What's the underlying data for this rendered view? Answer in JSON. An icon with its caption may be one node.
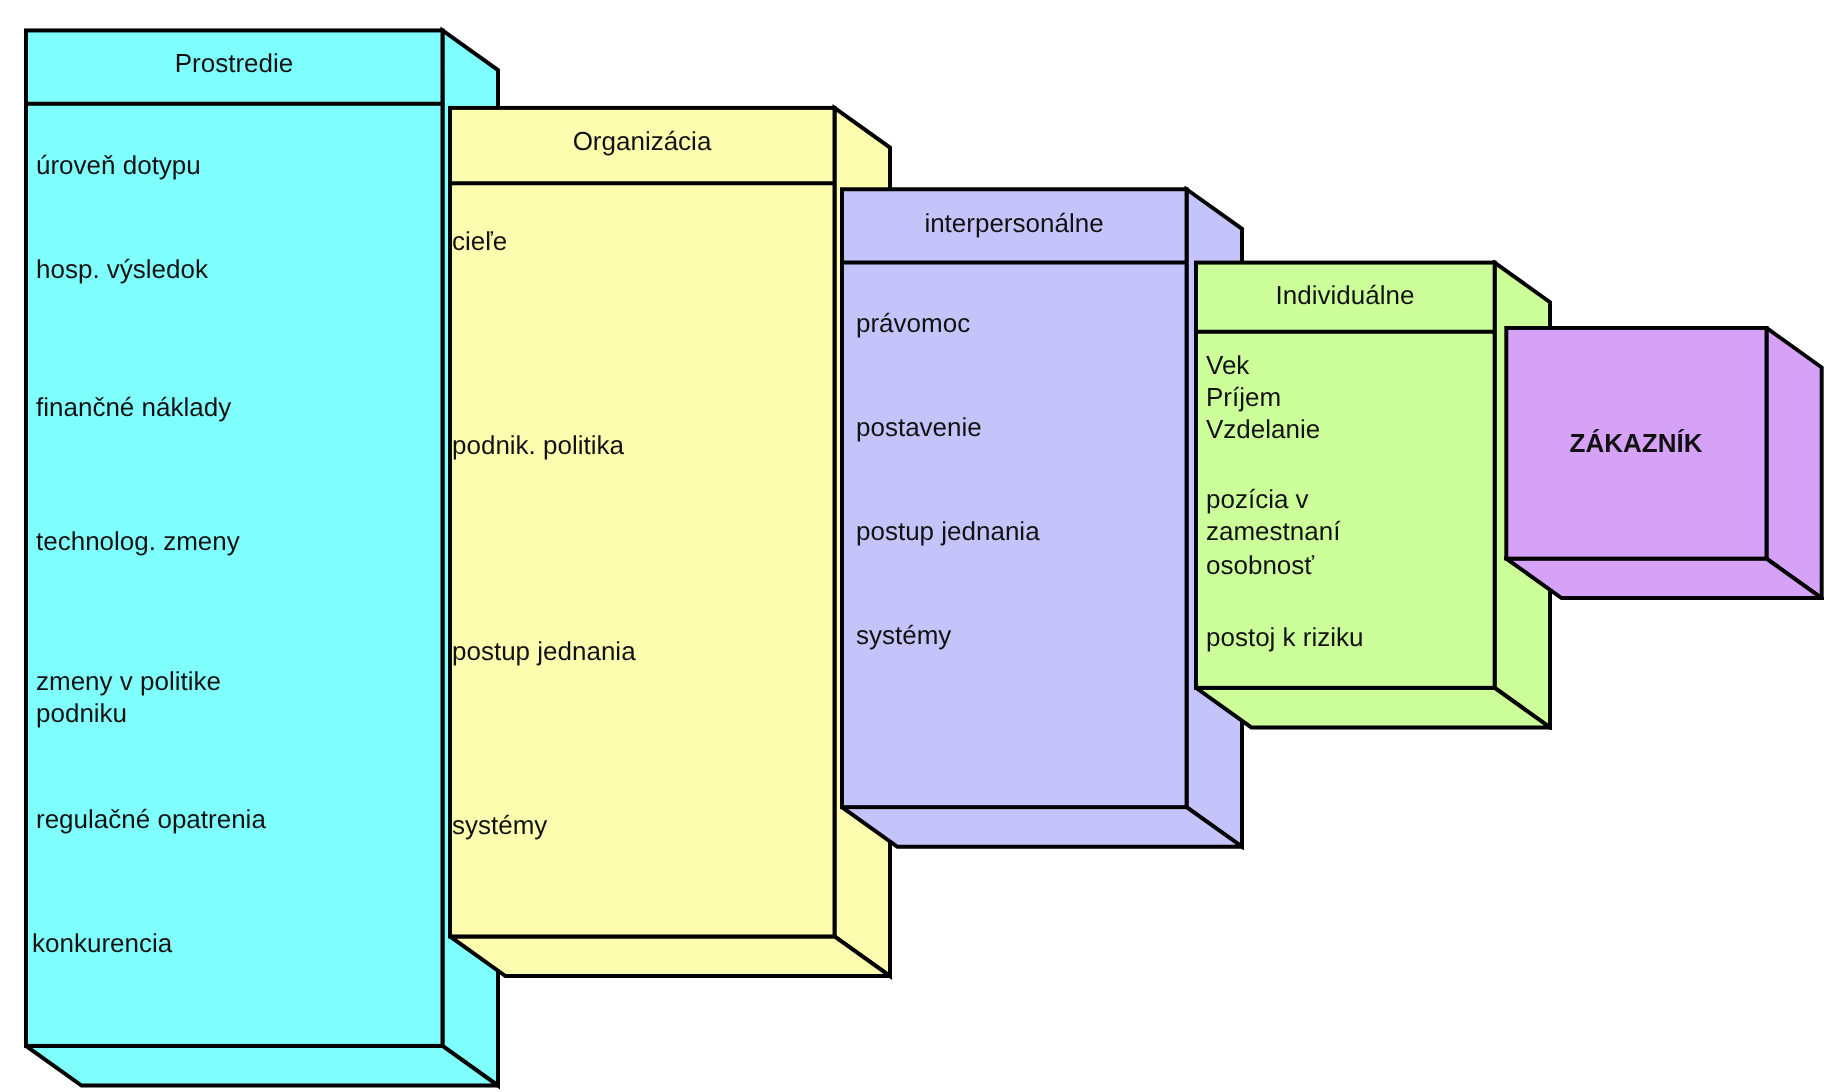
{
  "diagram": {
    "nodes": [
      {
        "text": [
          "Prostredie",
          "úroveň dotypu",
          "hosp. výsledok",
          "finančné náklady",
          "technolog. zmeny",
          "zmeny v politike podniku",
          "regulačné opatrenia",
          "konkurencia"
        ]
      },
      {
        "text": [
          "Organizácia",
          "cieľe",
          "podnik. politika",
          "postup jednania",
          "systémy"
        ]
      },
      {
        "text": [
          "interpersonálne",
          "právomoc",
          "postavenie",
          "postup jednania",
          "systémy"
        ]
      },
      {
        "text": [
          "Individuálne",
          "Vek",
          "Príjem",
          "Vzdelanie",
          "pozícia v zamestnaní",
          "osobnosť",
          "postoj k riziku"
        ]
      },
      {
        "text": [
          "ZÁKAZNÍK"
        ]
      }
    ]
  }
}
